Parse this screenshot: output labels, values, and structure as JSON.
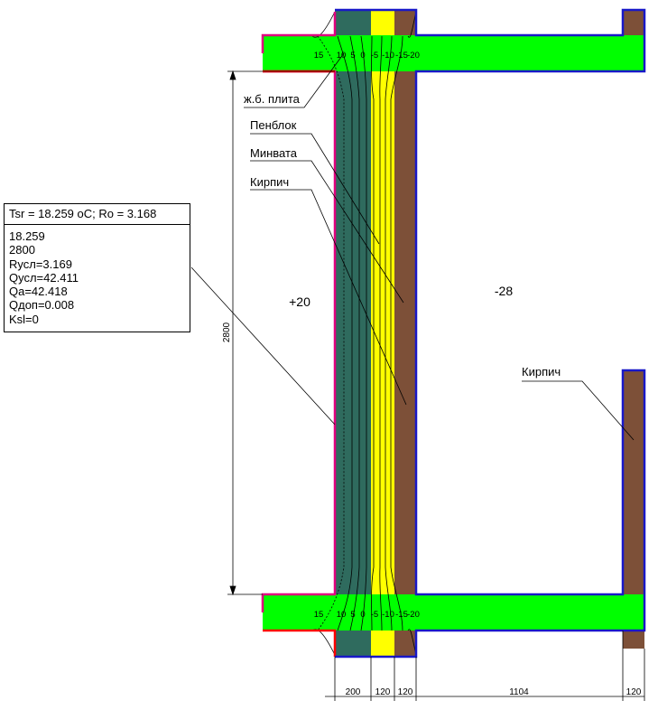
{
  "colors": {
    "brick": "#7d5038",
    "concrete_slab": "#00ff00",
    "foam_block": "#2f6b5e",
    "mineral_wool": "#ffff00",
    "inner_boundary": "#e0007f",
    "outer_boundary": "#1818c8",
    "red_boundary": "#ff0000",
    "isolines": "#000000"
  },
  "materials": {
    "slab": "ж.б. плита",
    "foam_block": "Пенблок",
    "mineral_wool": "Минвата",
    "brick": "Кирпич",
    "brick_right": "Кирпич"
  },
  "temperatures": {
    "inside": "+20",
    "outside": "-28"
  },
  "isotherm_labels_top": [
    "15",
    "10",
    "5",
    "0",
    "-5",
    "-10",
    "-15",
    "-20"
  ],
  "isotherm_labels_bottom": [
    "15",
    "10",
    "5",
    "0",
    "-5",
    "-10",
    "-15",
    "-20"
  ],
  "dimensions": {
    "height": "2800",
    "foam_block": "200",
    "mineral_wool": "120",
    "brick": "120",
    "gap": "1104",
    "brick_right": "120"
  },
  "results": {
    "title": "Tsr = 18.259 oC; Ro = 3.168",
    "lines": [
      "18.259",
      "2800",
      "Rусл=3.169",
      "Qусл=42.411",
      "Qа=42.418",
      "Qдоп=0.008",
      "Ksl=0"
    ]
  }
}
